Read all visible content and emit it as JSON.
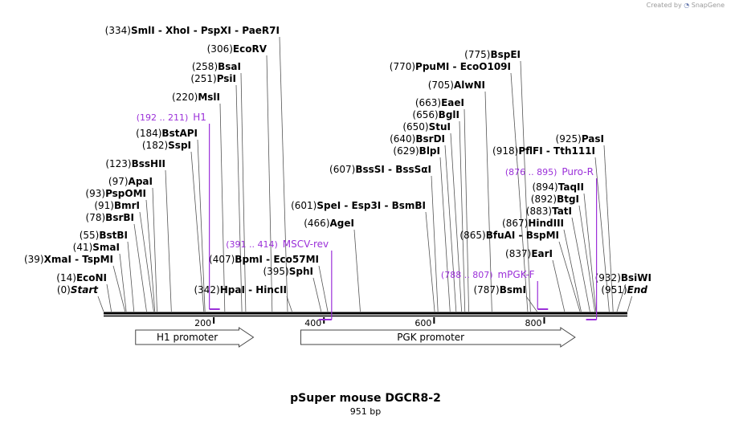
{
  "credit": {
    "prefix": "Created by",
    "brand": "SnapGene"
  },
  "title": "pSuper mouse DGCR8-2",
  "subtitle": "951 bp",
  "colors": {
    "feature": "#9b30d9",
    "line": "#000000",
    "leader": "#555555"
  },
  "ruler": [
    {
      "bp": 200,
      "label": "200"
    },
    {
      "bp": 400,
      "label": "400"
    },
    {
      "bp": 600,
      "label": "600"
    },
    {
      "bp": 800,
      "label": "800"
    }
  ],
  "promoters": [
    {
      "name": "H1 promoter",
      "start": 58,
      "end": 272
    },
    {
      "name": "PGK promoter",
      "start": 358,
      "end": 856
    }
  ],
  "primers": [
    {
      "name": "H1",
      "range": "(192 .. 211)",
      "start": 192,
      "end": 211,
      "strand": "top"
    },
    {
      "name": "MSCV-rev",
      "range": "(391 .. 414)",
      "start": 391,
      "end": 414,
      "strand": "bottom"
    },
    {
      "name": "mPGK-F",
      "range": "(788 .. 807)",
      "start": 788,
      "end": 807,
      "strand": "top"
    },
    {
      "name": "Puro-R",
      "range": "(876 .. 895)",
      "start": 876,
      "end": 895,
      "strand": "bottom"
    }
  ],
  "sites": [
    {
      "pos": "(334)",
      "bp": 334,
      "names": [
        "SmlI",
        "XhoI",
        "PspXI",
        "PaeR7I"
      ]
    },
    {
      "pos": "(306)",
      "bp": 306,
      "names": [
        "EcoRV"
      ]
    },
    {
      "pos": "(258)",
      "bp": 258,
      "names": [
        "BsaI"
      ]
    },
    {
      "pos": "(251)",
      "bp": 251,
      "names": [
        "PsiI"
      ]
    },
    {
      "pos": "(220)",
      "bp": 220,
      "names": [
        "MslI"
      ]
    },
    {
      "pos": "(184)",
      "bp": 184,
      "names": [
        "BstAPI"
      ]
    },
    {
      "pos": "(182)",
      "bp": 182,
      "names": [
        "SspI"
      ]
    },
    {
      "pos": "(123)",
      "bp": 123,
      "names": [
        "BssHII"
      ]
    },
    {
      "pos": "(97)",
      "bp": 97,
      "names": [
        "ApaI"
      ]
    },
    {
      "pos": "(93)",
      "bp": 93,
      "names": [
        "PspOMI"
      ]
    },
    {
      "pos": "(91)",
      "bp": 91,
      "names": [
        "BmrI"
      ]
    },
    {
      "pos": "(78)",
      "bp": 78,
      "names": [
        "BsrBI"
      ]
    },
    {
      "pos": "(55)",
      "bp": 55,
      "names": [
        "BstBI"
      ]
    },
    {
      "pos": "(41)",
      "bp": 41,
      "names": [
        "SmaI"
      ]
    },
    {
      "pos": "(39)",
      "bp": 39,
      "names": [
        "XmaI",
        "TspMI"
      ]
    },
    {
      "pos": "(14)",
      "bp": 14,
      "names": [
        "EcoNI"
      ]
    },
    {
      "pos": "(0)",
      "bp": 0,
      "names": [
        "Start"
      ],
      "italic": true
    },
    {
      "pos": "(407)",
      "bp": 407,
      "names": [
        "BpmI",
        "Eco57MI"
      ]
    },
    {
      "pos": "(395)",
      "bp": 395,
      "names": [
        "SphI"
      ]
    },
    {
      "pos": "(342)",
      "bp": 342,
      "names": [
        "HpaI",
        "HincII"
      ]
    },
    {
      "pos": "(601)",
      "bp": 601,
      "names": [
        "SpeI",
        "Esp3I",
        "BsmBI"
      ]
    },
    {
      "pos": "(466)",
      "bp": 466,
      "names": [
        "AgeI"
      ]
    },
    {
      "pos": "(775)",
      "bp": 775,
      "names": [
        "BspEI"
      ]
    },
    {
      "pos": "(770)",
      "bp": 770,
      "names": [
        "PpuMI",
        "EcoO109I"
      ]
    },
    {
      "pos": "(705)",
      "bp": 705,
      "names": [
        "AlwNI"
      ]
    },
    {
      "pos": "(663)",
      "bp": 663,
      "names": [
        "EaeI"
      ]
    },
    {
      "pos": "(656)",
      "bp": 656,
      "names": [
        "BglI"
      ]
    },
    {
      "pos": "(650)",
      "bp": 650,
      "names": [
        "StuI"
      ]
    },
    {
      "pos": "(640)",
      "bp": 640,
      "names": [
        "BsrDI"
      ]
    },
    {
      "pos": "(629)",
      "bp": 629,
      "names": [
        "BlpI"
      ]
    },
    {
      "pos": "(607)",
      "bp": 607,
      "names": [
        "BssSI",
        "BssSαI"
      ]
    },
    {
      "pos": "(918)",
      "bp": 918,
      "names": [
        "PflFI",
        "Tth111I"
      ]
    },
    {
      "pos": "(925)",
      "bp": 925,
      "names": [
        "PasI"
      ]
    },
    {
      "pos": "(894)",
      "bp": 894,
      "names": [
        "TaqII"
      ]
    },
    {
      "pos": "(892)",
      "bp": 892,
      "names": [
        "BtgI"
      ]
    },
    {
      "pos": "(883)",
      "bp": 883,
      "names": [
        "TatI"
      ]
    },
    {
      "pos": "(867)",
      "bp": 867,
      "names": [
        "HindIII"
      ]
    },
    {
      "pos": "(865)",
      "bp": 865,
      "names": [
        "BfuAI",
        "BspMI"
      ]
    },
    {
      "pos": "(837)",
      "bp": 837,
      "names": [
        "EarI"
      ]
    },
    {
      "pos": "(787)",
      "bp": 787,
      "names": [
        "BsmI"
      ]
    },
    {
      "pos": "(932)",
      "bp": 932,
      "names": [
        "BsiWI"
      ]
    },
    {
      "pos": "(951)",
      "bp": 951,
      "names": [
        "End"
      ],
      "italic": true
    }
  ]
}
